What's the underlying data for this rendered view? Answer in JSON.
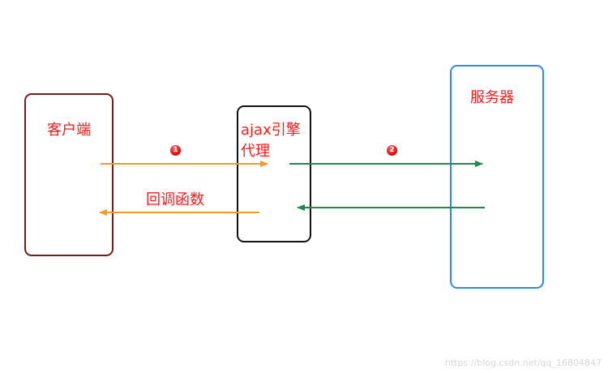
{
  "nodes": {
    "client": {
      "label": "客户端"
    },
    "proxy": {
      "label": "ajax引擎代理"
    },
    "server": {
      "label": "服务器"
    }
  },
  "edges": {
    "callback_label": "回调函数",
    "step1_badge": "1",
    "step2_badge": "2"
  },
  "colors": {
    "client_border": "#7a1a1a",
    "proxy_border": "#111111",
    "server_border": "#2b8de8",
    "orange_arrow": "#f59a23",
    "green_arrow": "#1e8a4c",
    "label_red": "#ff1a1a"
  },
  "watermark": "https://blog.csdn.net/qq_16804847"
}
